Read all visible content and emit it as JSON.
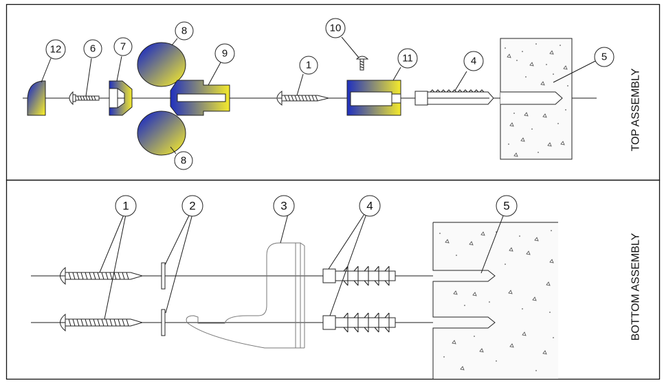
{
  "top": {
    "title": "TOP ASSEMBLY",
    "callouts": [
      "12",
      "6",
      "7",
      "8",
      "9",
      "8",
      "1",
      "10",
      "11",
      "4",
      "5"
    ]
  },
  "bottom": {
    "title": "BOTTOM ASSEMBLY",
    "callouts": [
      "1",
      "2",
      "3",
      "4",
      "5"
    ]
  },
  "colors": {
    "gradient_start": "#1f2fbf",
    "gradient_end": "#f4ea2c",
    "line": "#1a1a1a",
    "bracket": "#777777"
  }
}
